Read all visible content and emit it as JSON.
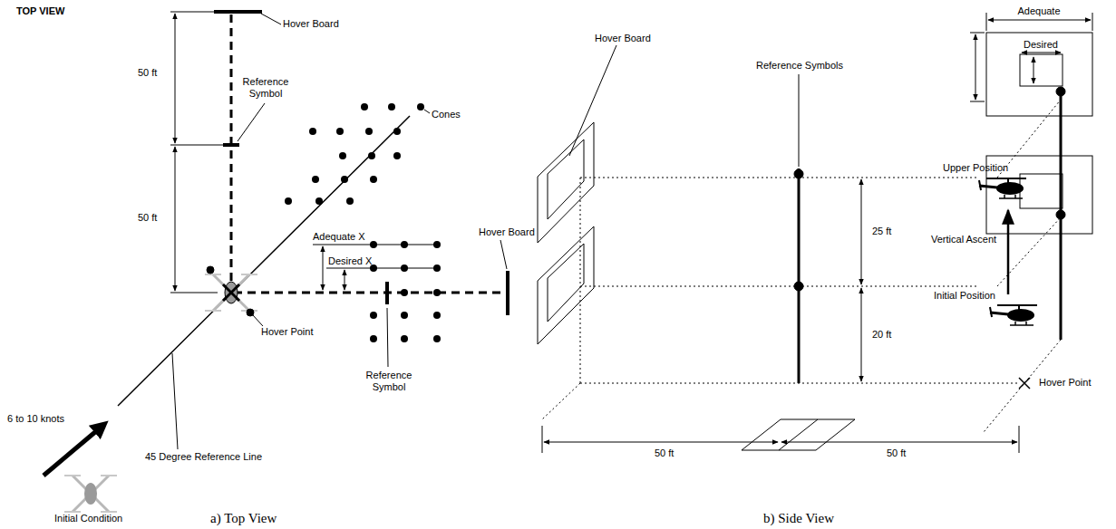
{
  "diagram": {
    "labels": [
      "TOP VIEW",
      "Hover Board",
      "50 ft",
      "Reference Symbol",
      "Cones",
      "50 ft",
      "Adequate X",
      "Desired X",
      "Hover Board",
      "6 to 10 knots",
      "Hover Point",
      "Reference Symbol",
      "45 Degree Reference Line",
      "Initial Condition",
      "a) Top View",
      "Hover Board",
      "Reference Symbols",
      "Adequate",
      "Desired",
      "Upper Position",
      "Vertical Ascent",
      "25 ft",
      "Initial Position",
      "20 ft",
      "Hover Point",
      "50 ft",
      "50 ft",
      "b) Side View"
    ]
  }
}
